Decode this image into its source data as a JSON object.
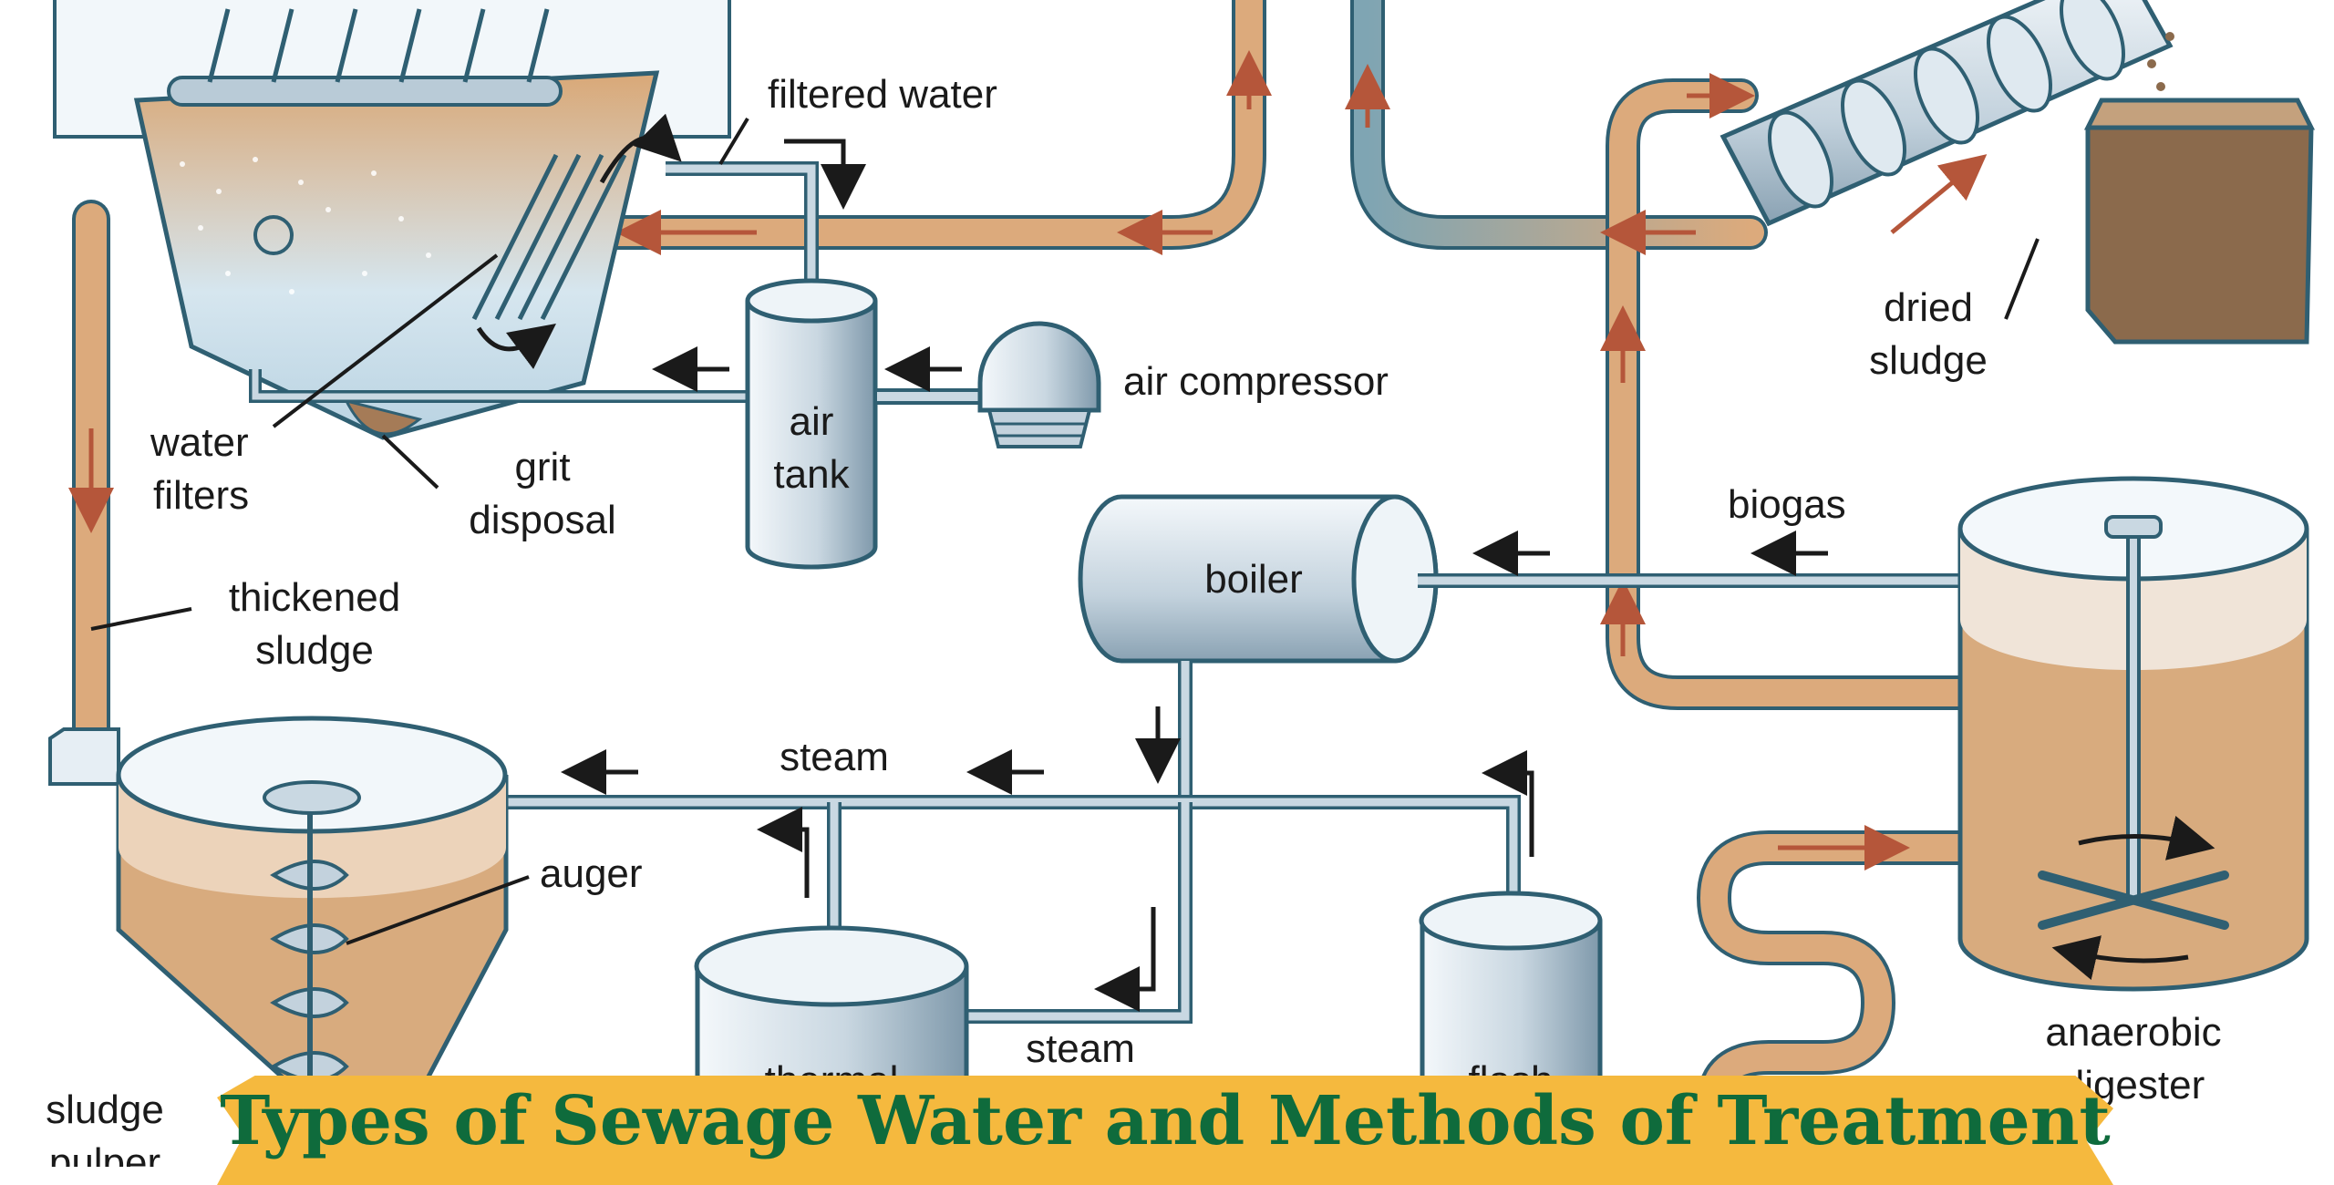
{
  "labels": {
    "filtered_water": "filtered water",
    "water_filters_1": "water",
    "water_filters_2": "filters",
    "grit_disposal_1": "grit",
    "grit_disposal_2": "disposal",
    "air_tank_1": "air",
    "air_tank_2": "tank",
    "air_compressor": "air compressor",
    "thickened_sludge_1": "thickened",
    "thickened_sludge_2": "sludge",
    "boiler": "boiler",
    "biogas": "biogas",
    "dried_sludge_1": "dried",
    "dried_sludge_2": "sludge",
    "steam_top": "steam",
    "steam_bottom": "steam",
    "auger": "auger",
    "sludge_pulper_1": "sludge",
    "sludge_pulper_2": "pulper",
    "thermal_partial": "thermal",
    "flash_partial": "flash",
    "anaerobic_digester_1": "anaerobic",
    "anaerobic_digester_2": "digester"
  },
  "banner": {
    "title": "Types of Sewage Water and Methods of Treatment"
  },
  "colors": {
    "pipe_tan": "#dcaa7c",
    "pipe_outline": "#2f5f72",
    "steel_light": "#e6eef4",
    "steel_dark": "#8ea6b6",
    "sludge_brown": "#d8ab7e",
    "dried_brown": "#8b6a4c",
    "flow_arrow_red": "#b5563a",
    "banner_bg": "#f5b93e",
    "banner_text": "#0f6b3c"
  }
}
